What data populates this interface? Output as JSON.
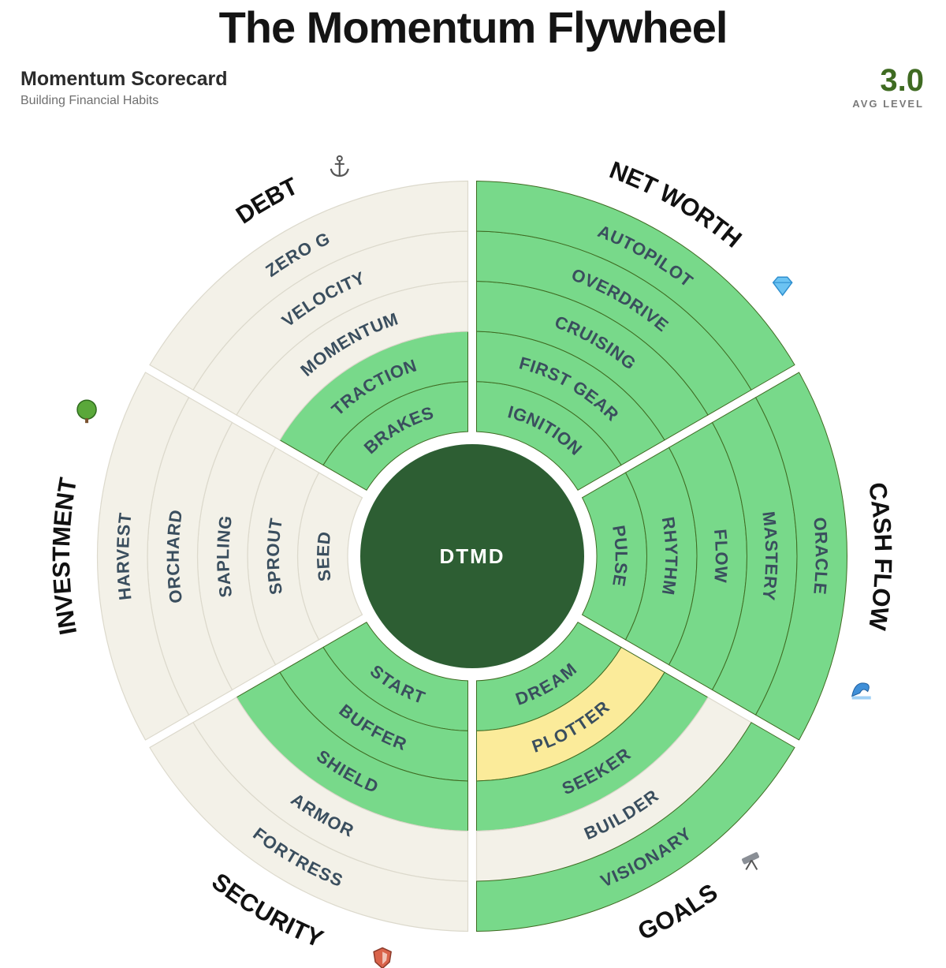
{
  "title": "The Momentum Flywheel",
  "scorecard": {
    "title": "Momentum Scorecard",
    "subtitle": "Building Financial Habits",
    "avg_value": "3.0",
    "avg_label": "AVG LEVEL"
  },
  "center_label": "DTMD",
  "colors": {
    "achieved": "#78d98a",
    "current": "#fbeb9a",
    "pending": "#f3f1e8",
    "center": "#2d5e33",
    "ring_border": "#3f6b22",
    "pending_border": "#dcd9cc"
  },
  "categories": [
    {
      "name": "NET WORTH",
      "icon": "diamond-icon",
      "level": 5,
      "levels": [
        "IGNITION",
        "FIRST GEAR",
        "CRUISING",
        "OVERDRIVE",
        "AUTOPILOT"
      ]
    },
    {
      "name": "CASH FLOW",
      "icon": "wave-icon",
      "level": 5,
      "levels": [
        "PULSE",
        "RHYTHM",
        "FLOW",
        "MASTERY",
        "ORACLE"
      ]
    },
    {
      "name": "GOALS",
      "icon": "telescope-icon",
      "level": 2,
      "current": 2,
      "extra_achieved": [
        3,
        5
      ],
      "levels": [
        "DREAM",
        "PLOTTER",
        "SEEKER",
        "BUILDER",
        "VISIONARY"
      ]
    },
    {
      "name": "SECURITY",
      "icon": "shield-icon",
      "level": 3,
      "levels": [
        "START",
        "BUFFER",
        "SHIELD",
        "ARMOR",
        "FORTRESS"
      ]
    },
    {
      "name": "INVESTMENT",
      "icon": "tree-icon",
      "level": 0,
      "levels": [
        "SEED",
        "SPROUT",
        "SAPLING",
        "ORCHARD",
        "HARVEST"
      ]
    },
    {
      "name": "DEBT",
      "icon": "anchor-icon",
      "level": 2,
      "levels": [
        "BRAKES",
        "TRACTION",
        "MOMENTUM",
        "VELOCITY",
        "ZERO G"
      ]
    }
  ]
}
